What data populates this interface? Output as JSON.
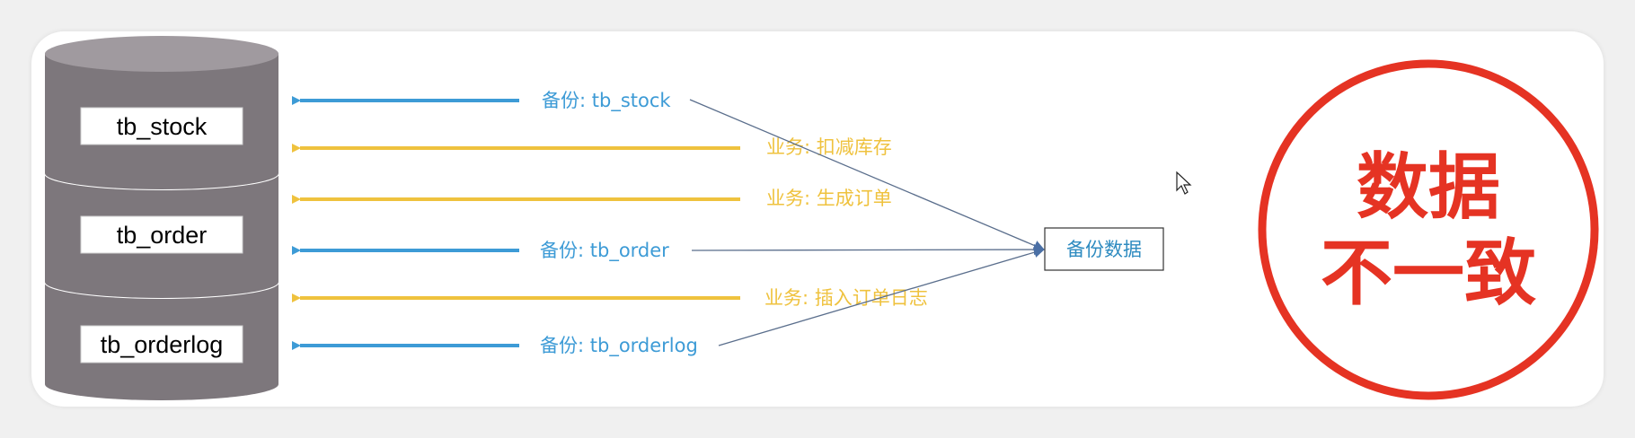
{
  "colors": {
    "backup": "#3d9bd6",
    "business": "#efc23e",
    "cylinder": "#7d777c",
    "stamp": "#e53323",
    "connector": "#5a6e8c"
  },
  "tables": [
    "tb_stock",
    "tb_order",
    "tb_orderlog"
  ],
  "arrows": [
    {
      "kind": "backup",
      "label": "备份: tb_stock"
    },
    {
      "kind": "business",
      "label": "业务: 扣减库存"
    },
    {
      "kind": "business",
      "label": "业务: 生成订单"
    },
    {
      "kind": "backup",
      "label": "备份: tb_order"
    },
    {
      "kind": "business",
      "label": "业务: 插入订单日志"
    },
    {
      "kind": "backup",
      "label": "备份: tb_orderlog"
    }
  ],
  "target": {
    "label": "备份数据"
  },
  "stamp": {
    "line1": "数据",
    "line2": "不一致"
  },
  "cursor_icon": "mouse-pointer-icon"
}
